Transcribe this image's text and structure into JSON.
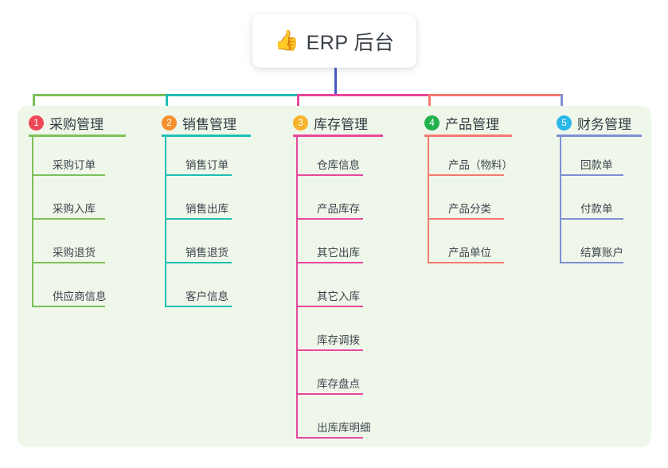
{
  "diagram": {
    "type": "mindmap-tree",
    "root": {
      "icon": "thumbs-up-icon",
      "emoji": "👍",
      "title": "ERP 后台"
    },
    "panel_color": "#eff7ea",
    "root_stem_color": "#4a59c4",
    "columns": [
      {
        "index": "1",
        "title": "采购管理",
        "badge_color": "#ef4758",
        "line_color": "#7cc159",
        "items": [
          "采购订单",
          "采购入库",
          "采购退货",
          "供应商信息"
        ]
      },
      {
        "index": "2",
        "title": "销售管理",
        "badge_color": "#f5922f",
        "line_color": "#20bfb4",
        "items": [
          "销售订单",
          "销售出库",
          "销售退货",
          "客户信息"
        ]
      },
      {
        "index": "3",
        "title": "库存管理",
        "badge_color": "#f7b32b",
        "line_color": "#e8479c",
        "items": [
          "仓库信息",
          "产品库存",
          "其它出库",
          "其它入库",
          "库存调拨",
          "库存盘点",
          "出库库明细"
        ]
      },
      {
        "index": "4",
        "title": "产品管理",
        "badge_color": "#23b14d",
        "line_color": "#f4796e",
        "items": [
          "产品（物料）",
          "产品分类",
          "产品单位"
        ]
      },
      {
        "index": "5",
        "title": "财务管理",
        "badge_color": "#29b6e8",
        "line_color": "#7d8fd4",
        "items": [
          "回款单",
          "付款单",
          "结算账户"
        ]
      }
    ]
  }
}
